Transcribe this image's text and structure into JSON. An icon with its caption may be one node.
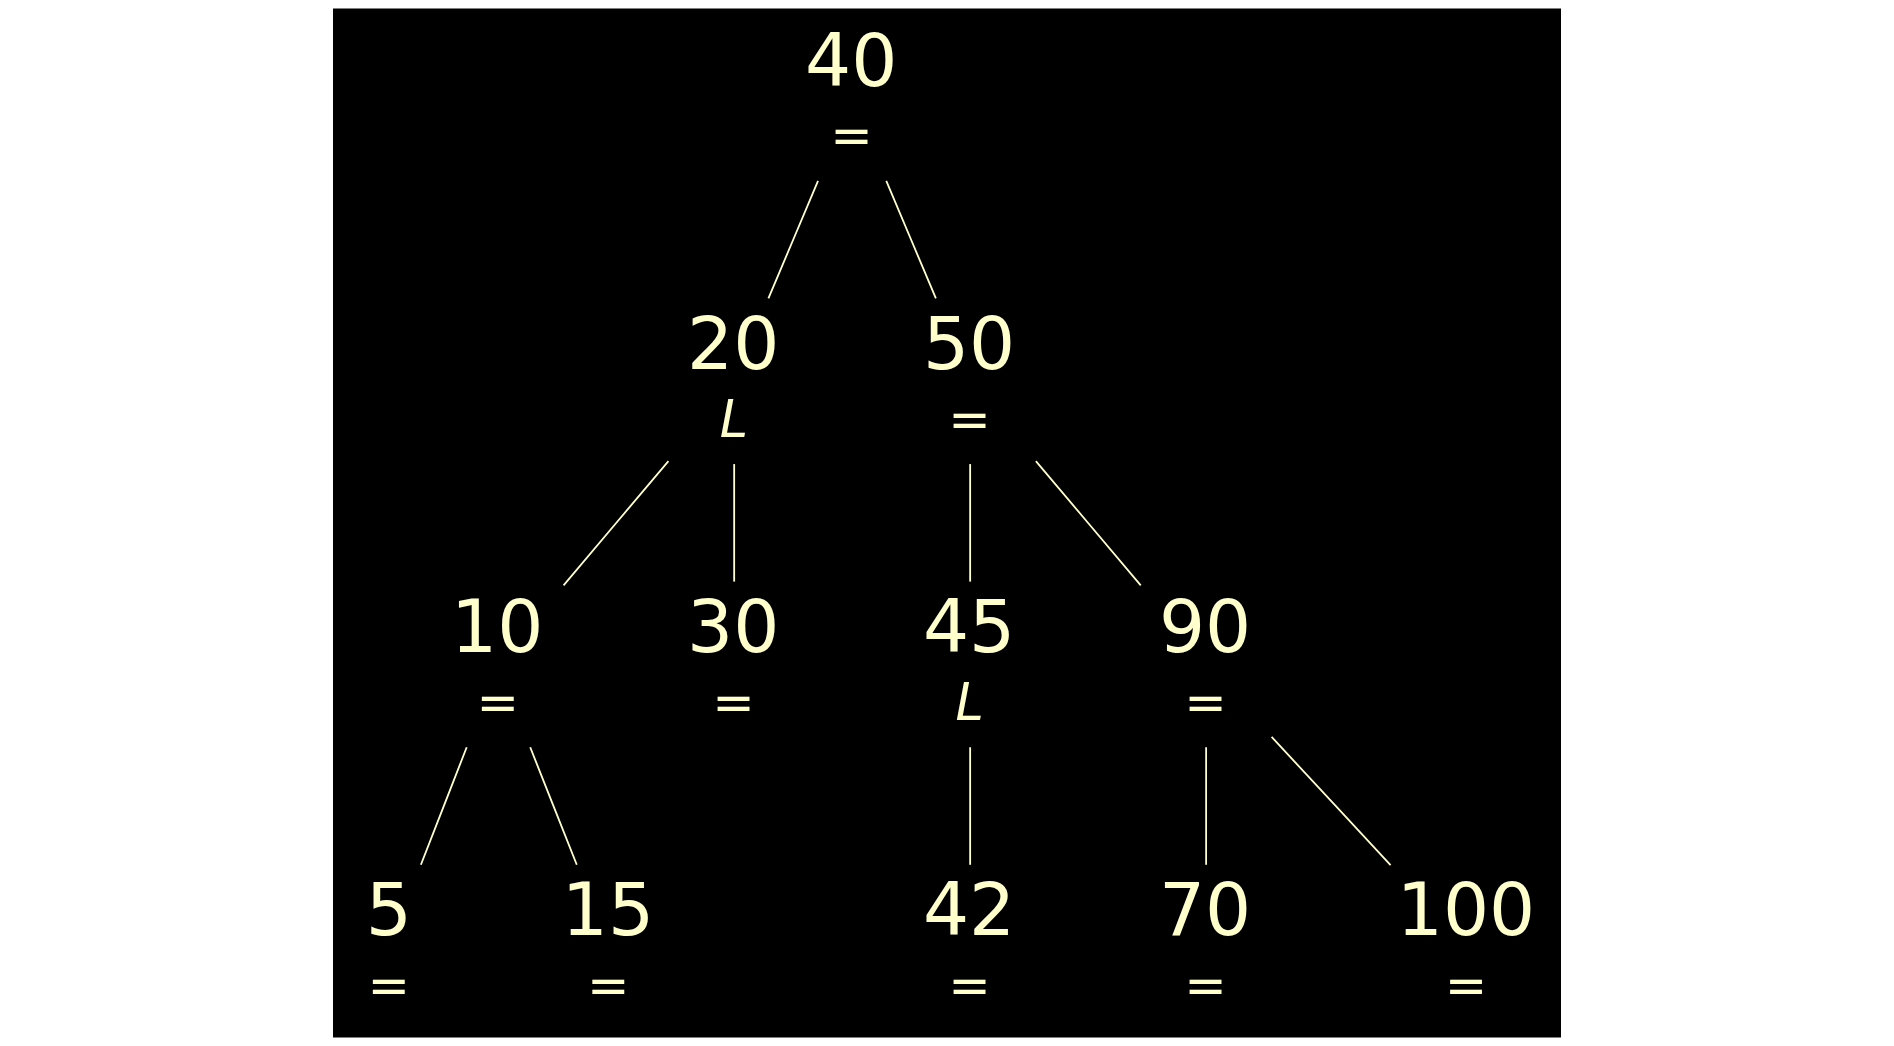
{
  "diagram": {
    "nodes": [
      {
        "text": [
          "40"
        ],
        "beside": [
          "="
        ]
      },
      {
        "text": [
          "20"
        ],
        "beside": [
          "L"
        ]
      },
      {
        "text": [
          "50"
        ],
        "beside": [
          "="
        ]
      },
      {
        "text": [
          "10"
        ],
        "beside": [
          "="
        ]
      },
      {
        "text": [
          "30"
        ],
        "beside": [
          "="
        ]
      },
      {
        "text": [
          "45"
        ],
        "beside": [
          "L"
        ]
      },
      {
        "text": [
          "90"
        ],
        "beside": [
          "="
        ]
      },
      {
        "text": [
          "5"
        ],
        "beside": [
          "="
        ]
      },
      {
        "text": [
          "15"
        ],
        "beside": [
          "="
        ]
      },
      {
        "text": [
          "42"
        ],
        "beside": [
          "="
        ]
      },
      {
        "text": [
          "70"
        ],
        "beside": [
          "="
        ]
      },
      {
        "text": [
          "100"
        ],
        "beside": [
          "="
        ]
      }
    ],
    "edges": [
      {
        "from": 0,
        "to": 1,
        "arrow": "none"
      },
      {
        "from": 0,
        "to": 2,
        "arrow": "none"
      },
      {
        "from": 1,
        "to": 3,
        "arrow": "none"
      },
      {
        "from": 1,
        "to": 4,
        "arrow": "none"
      },
      {
        "from": 2,
        "to": 5,
        "arrow": "none"
      },
      {
        "from": 2,
        "to": 6,
        "arrow": "none"
      },
      {
        "from": 3,
        "to": 7,
        "arrow": "none"
      },
      {
        "from": 3,
        "to": 8,
        "arrow": "none"
      },
      {
        "from": 5,
        "to": 9,
        "arrow": "none"
      },
      {
        "from": 6,
        "to": 10,
        "arrow": "none"
      },
      {
        "from": 6,
        "to": 11,
        "arrow": "none"
      }
    ]
  }
}
